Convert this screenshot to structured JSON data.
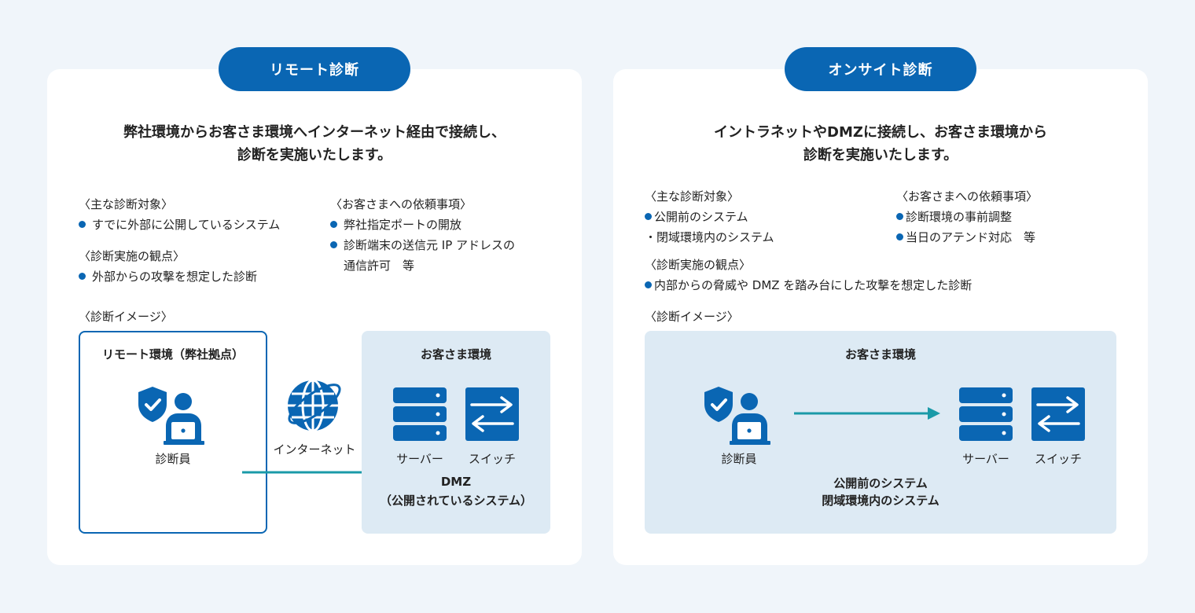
{
  "colors": {
    "primary": "#0a66b3",
    "teal": "#1a9aa8",
    "panel": "#ddeaf4",
    "background": "#f0f5fa"
  },
  "left": {
    "title": "リモート診断",
    "lead": [
      "弊社環境からお客さま環境へインターネット経由で接続し、",
      "診断を実施いたします。"
    ],
    "targets_heading": "〈主な診断対象〉",
    "targets": [
      "すでに外部に公開しているシステム"
    ],
    "viewpoint_heading": "〈診断実施の観点〉",
    "viewpoints": [
      "外部からの攻撃を想定した診断"
    ],
    "requests_heading": "〈お客さまへの依頼事項〉",
    "requests": [
      "弊社指定ポートの開放",
      "診断端末の送信元 IP アドレスの"
    ],
    "requests_cont": "通信許可　等",
    "image_heading": "〈診断イメージ〉",
    "remote_env_label": "リモート環境（弊社拠点）",
    "person_label": "診断員",
    "internet_label": "インターネット",
    "customer_env_label": "お客さま環境",
    "server_label": "サーバー",
    "switch_label": "スイッチ",
    "dmz_label": "DMZ",
    "dmz_sub": "（公開されているシステム）",
    "icons": [
      "shield-check-icon",
      "user-laptop-icon",
      "globe-icon",
      "server-icon",
      "switch-icon",
      "arrow-right-icon"
    ]
  },
  "right": {
    "title": "オンサイト診断",
    "lead": [
      "イントラネットやDMZに接続し、お客さま環境から",
      "診断を実施いたします。"
    ],
    "targets_heading": "〈主な診断対象〉",
    "target_1": "公開前のシステム",
    "target_2": "・閉域環境内のシステム",
    "viewpoint_heading": "〈診断実施の観点〉",
    "viewpoints": [
      "内部からの脅威や DMZ を踏み台にした攻撃を想定した診断"
    ],
    "requests_heading": "〈お客さまへの依頼事項〉",
    "requests": [
      "診断環境の事前調整",
      "当日のアテンド対応　等"
    ],
    "image_heading": "〈診断イメージ〉",
    "customer_env_label": "お客さま環境",
    "person_label": "診断員",
    "server_label": "サーバー",
    "switch_label": "スイッチ",
    "systems_line1": "公開前のシステム",
    "systems_line2": "閉域環境内のシステム",
    "icons": [
      "shield-check-icon",
      "user-laptop-icon",
      "server-icon",
      "switch-icon",
      "arrow-right-icon"
    ]
  }
}
